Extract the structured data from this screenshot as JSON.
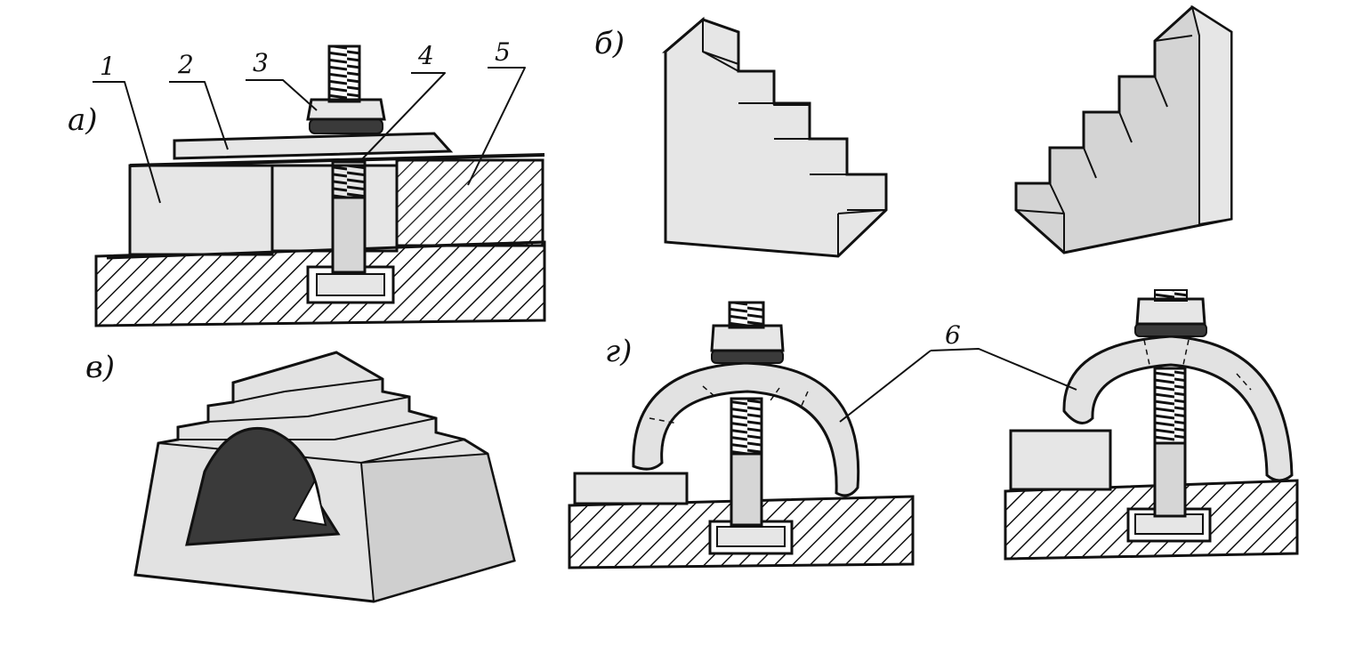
{
  "panels": {
    "a": {
      "label": "а)"
    },
    "b": {
      "label": "б)"
    },
    "v": {
      "label": "в)"
    },
    "g": {
      "label": "г)"
    }
  },
  "callouts": {
    "n1": "1",
    "n2": "2",
    "n3": "3",
    "n4": "4",
    "n5": "5",
    "n6": "6"
  },
  "colors": {
    "ink": "#111111",
    "paper": "#ffffff",
    "light_gray": "#e6e6e6",
    "mid_gray": "#cfcfcf",
    "dark_gray": "#3a3a3a"
  }
}
